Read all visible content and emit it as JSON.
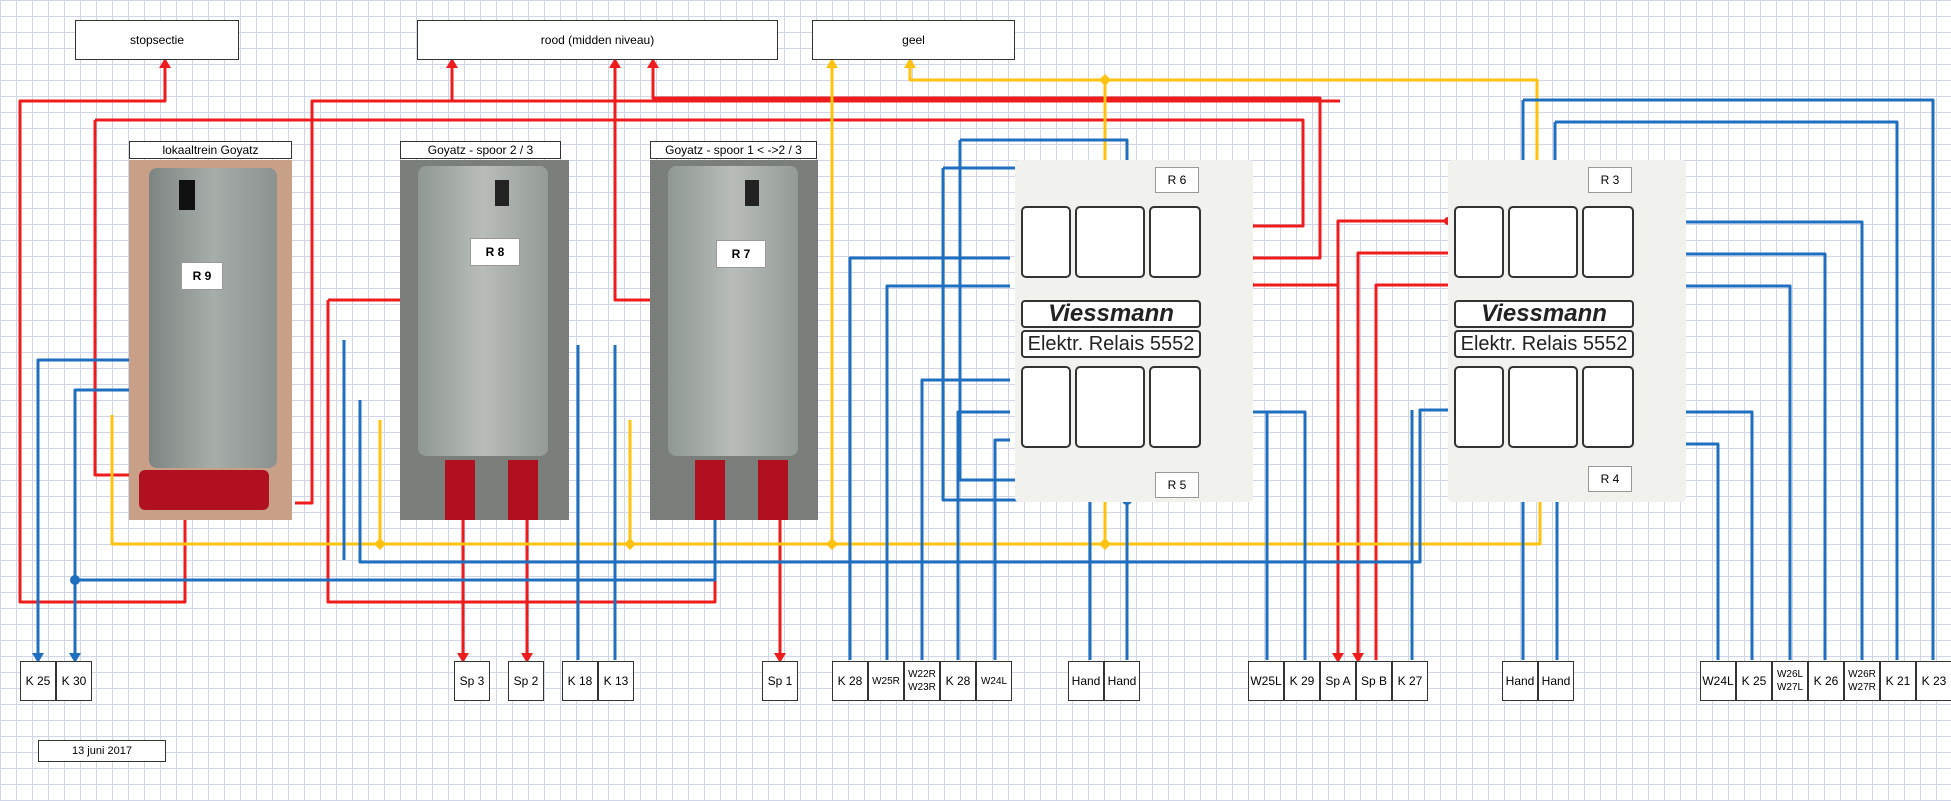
{
  "top_boxes": {
    "stopsectie": "stopsectie",
    "rood": "rood (midden niveau)",
    "geel": "geel"
  },
  "photos": {
    "r9": {
      "caption": "lokaaltrein Goyatz",
      "relay": "R 9"
    },
    "r8": {
      "caption": "Goyatz -  spoor 2 / 3",
      "relay": "R 8"
    },
    "r7": {
      "caption": "Goyatz -  spoor 1 < ->2 / 3",
      "relay": "R 7"
    }
  },
  "relays": {
    "left": {
      "brand": "Viessmann",
      "model": "Elektr. Relais 5552",
      "top_label": "R 6",
      "bottom_label": "R 5"
    },
    "right": {
      "brand": "Viessmann",
      "model": "Elektr. Relais 5552",
      "top_label": "R 3",
      "bottom_label": "R 4"
    }
  },
  "terminals": [
    {
      "label": "K 25"
    },
    {
      "label": "K 30"
    },
    {
      "label": "Sp 3"
    },
    {
      "label": "Sp 2"
    },
    {
      "label": "K 18"
    },
    {
      "label": "K 13"
    },
    {
      "label": "Sp 1"
    },
    {
      "label": "K 28"
    },
    {
      "label": "W25R"
    },
    {
      "label": "W22R\nW23R"
    },
    {
      "label": "K 28"
    },
    {
      "label": "W24L"
    },
    {
      "label": "Hand"
    },
    {
      "label": "Hand"
    },
    {
      "label": "W25L"
    },
    {
      "label": "K 29"
    },
    {
      "label": "Sp A"
    },
    {
      "label": "Sp B"
    },
    {
      "label": "K 27"
    },
    {
      "label": "Hand"
    },
    {
      "label": "Hand"
    },
    {
      "label": "W24L"
    },
    {
      "label": "K 25"
    },
    {
      "label": "W26L\nW27L"
    },
    {
      "label": "K 26"
    },
    {
      "label": "W26R\nW27R"
    },
    {
      "label": "K 21"
    },
    {
      "label": "K 23"
    }
  ],
  "date": "13 juni 2017",
  "colors": {
    "red": "#ee1c1c",
    "blue": "#1f6fc0",
    "yellow": "#ffc20e",
    "grid": "#cfd6ea"
  }
}
